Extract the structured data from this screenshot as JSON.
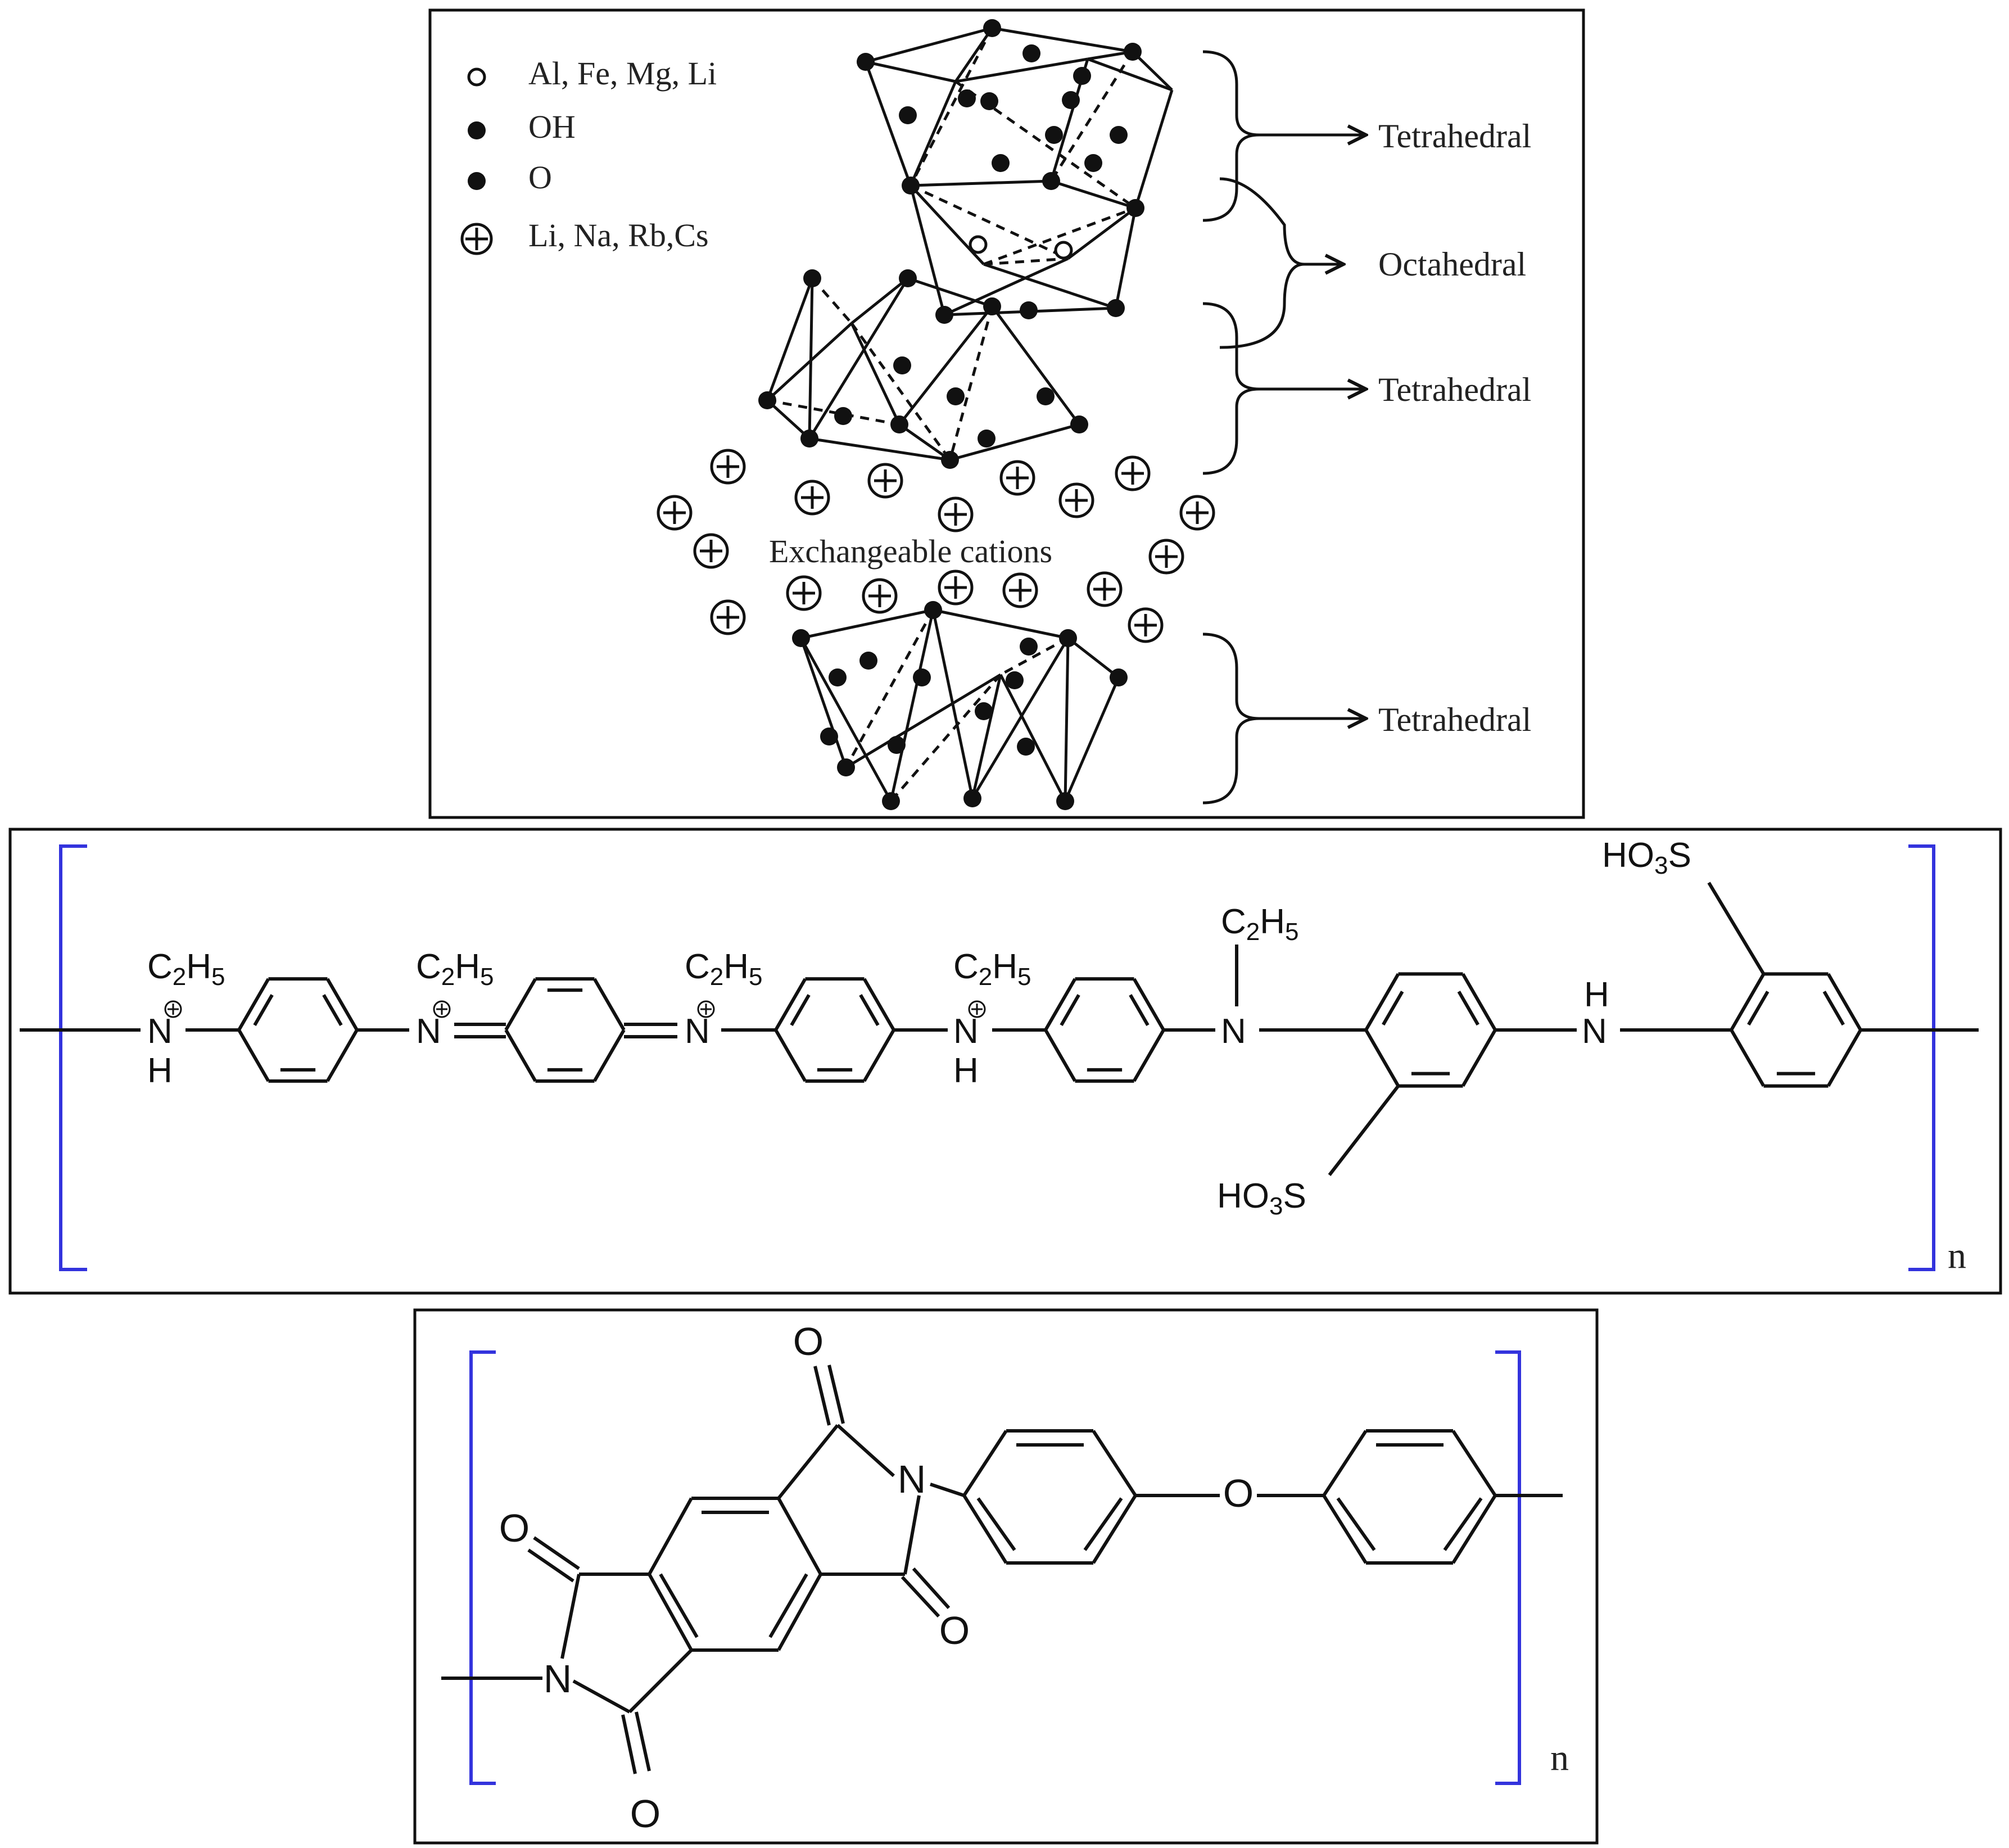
{
  "clay": {
    "legend": [
      {
        "symbol": "open-circle",
        "label": "Al, Fe, Mg, Li"
      },
      {
        "symbol": "filled-circle",
        "label": "OH"
      },
      {
        "symbol": "filled-circle",
        "label": "O"
      },
      {
        "symbol": "circle-plus",
        "label": "Li, Na, Rb,Cs"
      }
    ],
    "layers": {
      "tetra_top": "Tetrahedral",
      "octa": "Octahedral",
      "tetra_mid": "Tetrahedral",
      "tetra_bottom": "Tetrahedral"
    },
    "cations_label": "Exchangeable cations"
  },
  "pani": {
    "substituent": "C2H5",
    "h": "H",
    "n": "N",
    "so3h_top": "HO3S",
    "so3h_bottom": "HO3S",
    "repeat": "n",
    "bracket_color": "#3333dd"
  },
  "polyimide": {
    "o": "O",
    "n": "N",
    "repeat": "n",
    "bracket_color": "#3333dd"
  },
  "colors": {
    "line": "#111111",
    "bracket": "#3333dd"
  }
}
